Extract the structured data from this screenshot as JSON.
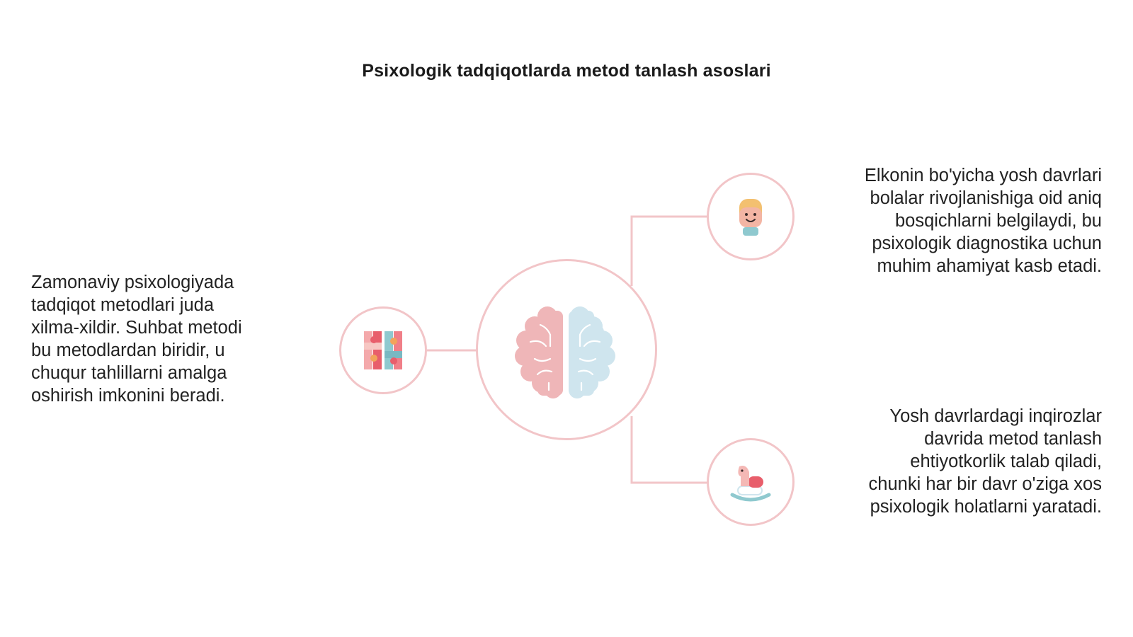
{
  "title": "Psixologik tadqiqotlarda metod tanlash asoslari",
  "colors": {
    "connector": "#f2c5c8",
    "brain_left": "#efb6b8",
    "brain_right": "#cfe5ee",
    "text": "#222222"
  },
  "center": {
    "icon": "brain-icon"
  },
  "items": [
    {
      "position": "left",
      "icon": "puzzle-icon",
      "lines": [
        "Zamonaviy psixologiyada",
        "tadqiqot metodlari juda",
        "xilma-xildir. Suhbat metodi",
        "bu metodlardan biridir, u",
        "chuqur tahlillarni amalga",
        "oshirish imkonini beradi."
      ]
    },
    {
      "position": "top-right",
      "icon": "child-face-icon",
      "lines": [
        "Elkonin bo'yicha yosh davrlari",
        "bolalar rivojlanishiga oid aniq",
        "bosqichlarni belgilaydi, bu",
        "psixologik diagnostika uchun",
        "muhim ahamiyat kasb etadi."
      ]
    },
    {
      "position": "bottom-right",
      "icon": "rocking-horse-icon",
      "lines": [
        "Yosh davrlardagi inqirozlar",
        "davrida metod tanlash",
        "ehtiyotkorlik talab qiladi,",
        "chunki har bir davr o'ziga xos",
        "psixologik holatlarni yaratadi."
      ]
    }
  ]
}
